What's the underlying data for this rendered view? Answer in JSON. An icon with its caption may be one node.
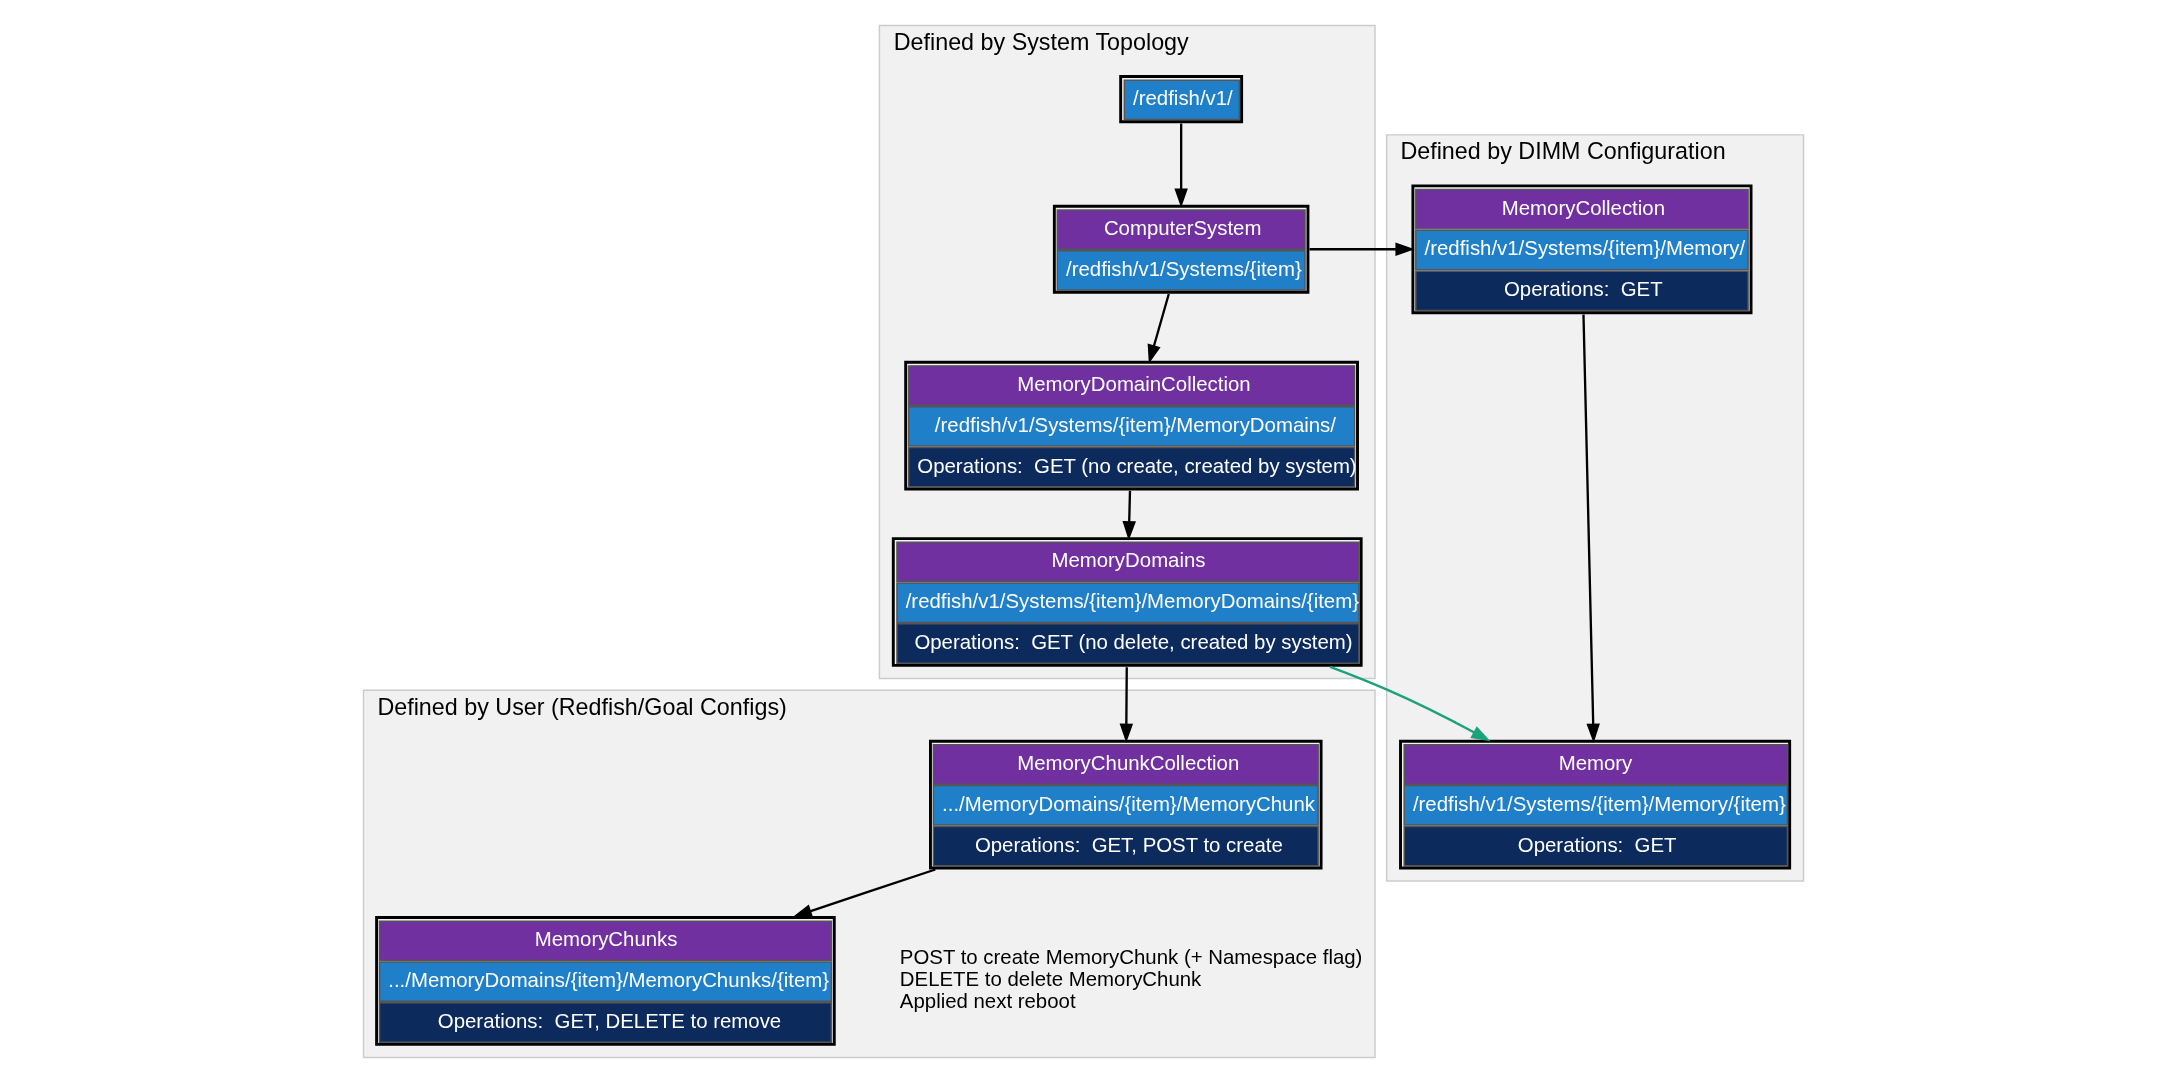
{
  "diagram": {
    "nodes": [
      {
        "text": [
          "Defined by System Topology"
        ]
      },
      {
        "text": [
          "/redfish/v1/"
        ],
        "in": 0
      },
      {
        "text": [
          "ComputerSystem",
          "/redfish/v1/Systems/{item}"
        ],
        "in": 0
      },
      {
        "text": [
          "MemoryDomainCollection",
          "/redfish/v1/Systems/{item}/MemoryDomains/",
          "Operations:  GET (no create, created by system)"
        ],
        "in": 0
      },
      {
        "text": [
          "MemoryDomains",
          "/redfish/v1/Systems/{item}/MemoryDomains/{item}",
          "Operations:  GET (no delete, created by system)"
        ],
        "in": 0
      },
      {
        "text": [
          "Defined by DIMM Configuration"
        ]
      },
      {
        "text": [
          "MemoryCollection",
          "/redfish/v1/Systems/{item}/Memory/",
          "Operations:  GET"
        ],
        "in": 5
      },
      {
        "text": [
          "Memory",
          "/redfish/v1/Systems/{item}/Memory/{item}",
          "Operations:  GET"
        ],
        "in": 5
      },
      {
        "text": [
          "Defined by User (Redfish/Goal Configs)"
        ]
      },
      {
        "text": [
          "MemoryChunkCollection",
          ".../MemoryDomains/{item}/MemoryChunk",
          "Operations:  GET, POST to create"
        ],
        "in": 8
      },
      {
        "text": [
          "MemoryChunks",
          ".../MemoryDomains/{item}/MemoryChunks/{item}",
          "Operations:  GET, DELETE to remove"
        ],
        "in": 8
      }
    ],
    "edges": [
      {
        "from": 1,
        "to": 2,
        "arrow": "to"
      },
      {
        "from": 2,
        "to": 3,
        "arrow": "to"
      },
      {
        "from": 2,
        "to": 6,
        "arrow": "to"
      },
      {
        "from": 3,
        "to": 4,
        "arrow": "to"
      },
      {
        "from": 6,
        "to": 7,
        "arrow": "to"
      },
      {
        "from": 4,
        "to": 7,
        "arrow": "to",
        "color": "#1aa37a"
      },
      {
        "from": 4,
        "to": 9,
        "arrow": "to"
      },
      {
        "from": 9,
        "to": 10,
        "arrow": "to"
      }
    ],
    "labels": [
      "POST to create MemoryChunk (+ Namespace flag)",
      "DELETE to delete MemoryChunk",
      "Applied next reboot"
    ]
  }
}
